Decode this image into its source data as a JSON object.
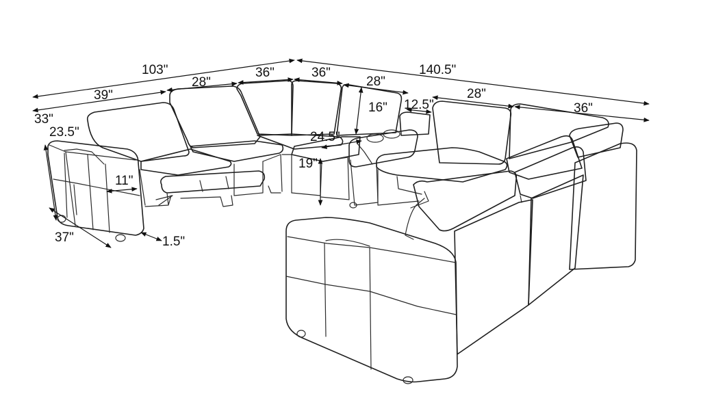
{
  "dimensions": {
    "overall_left_width": "103\"",
    "overall_right_width": "140.5\"",
    "left_chaise_width": "39\"",
    "left_seat_width": "28\"",
    "corner_left_width": "36\"",
    "corner_right_width": "36\"",
    "console_side_width": "28\"",
    "console_width": "12.5\"",
    "right_seat_width": "28\"",
    "right_corner_width": "36\"",
    "left_depth_top": "33\"",
    "arm_height": "23.5\"",
    "chaise_depth": "37\"",
    "leg_height": "1.5\"",
    "arm_width": "11\"",
    "back_height": "16\"",
    "seat_depth": "24.5\"",
    "seat_height": "19\""
  }
}
